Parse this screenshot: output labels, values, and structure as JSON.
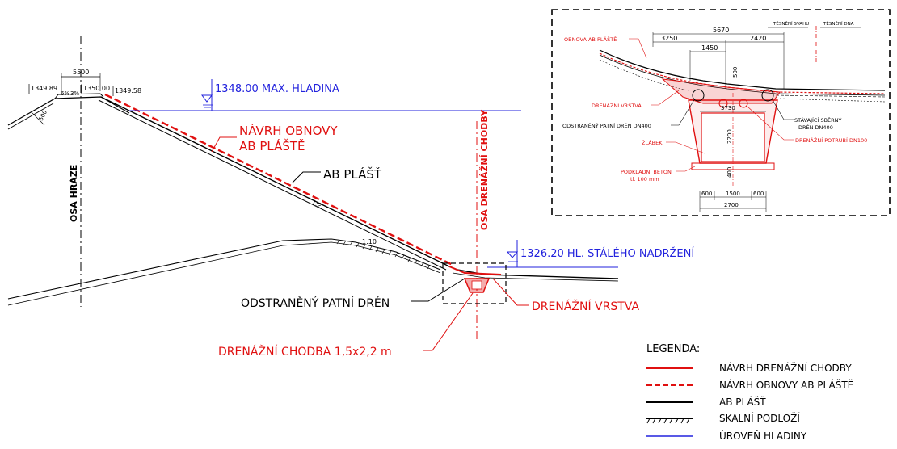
{
  "levels": {
    "max": "1348.00 MAX. HLADINA",
    "normal": "1326.20 HL. STÁLÉHO NADRŽENÍ"
  },
  "crest": {
    "width": "5500",
    "left_elev": "1349.89",
    "mid_elev": "1350.00",
    "right_elev": "1349.58",
    "slope_left": "6%",
    "slope_right": "3%",
    "dim_500": "500"
  },
  "labels": {
    "dam_axis": "OSA HRÁZE",
    "gallery_axis": "OSA DRENÁŽNÍ CHODBY",
    "new_facing": [
      "NÁVRH OBNOVY",
      "AB PLÁŠTĚ"
    ],
    "facing": "AB PLÁŠŤ",
    "slope_1_2": "1:2",
    "slope_1_10": "1:10",
    "removed_drain": "ODSTRANĚNÝ PATNÍ DRÉN",
    "drain_layer": "DRENÁŽNÍ VRSTVA",
    "gallery": "DRENÁŽNÍ CHODBA 1,5x2,2 m"
  },
  "detail": {
    "tesneni_svahu": "TĚSNĚNÍ SVAHU",
    "tesneni_dna": "TĚSNĚNÍ DNA",
    "obnova": "OBNOVA AB PLÁŠTĚ",
    "drenazni_vrstva": "DRENÁŽNÍ VRSTVA",
    "odstraneny": "ODSTRANĚNÝ PATNÍ DRÉN DN400",
    "stavajici": [
      "STÁVAJÍCÍ SBĚRNÝ",
      "DRÉN DN400"
    ],
    "zlabek": "ŽLÁBEK",
    "potrubi": "DRENÁŽNÍ POTRUBÍ DN100",
    "podkladni": [
      "PODKLADNÍ BETON",
      "tl. 100 mm"
    ],
    "dims": {
      "d5670": "5670",
      "d3250": "3250",
      "d2420": "2420",
      "d1450": "1450",
      "d500": "500",
      "d3730": "3730",
      "d2200": "2200",
      "d400": "400",
      "d600a": "600",
      "d1500": "1500",
      "d600b": "600",
      "d2700": "2700"
    }
  },
  "legend": {
    "title": "LEGENDA:",
    "items": [
      {
        "label": "NÁVRH DRENÁŽNÍ CHODBY",
        "color": "#e01010",
        "style": "solid-red"
      },
      {
        "label": "NÁVRH OBNOVY AB PLÁŠTĚ",
        "color": "#e01010",
        "style": "dashed-red"
      },
      {
        "label": "AB PLÁŠŤ",
        "color": "#000000",
        "style": "solid-black"
      },
      {
        "label": "SKALNÍ PODLOŽÍ",
        "color": "#000000",
        "style": "hatched-black"
      },
      {
        "label": "ÚROVEŇ HLADINY",
        "color": "#2020e0",
        "style": "solid-blue"
      }
    ]
  },
  "colors": {
    "red": "#e01010",
    "blue": "#2222dd",
    "black": "#000000"
  }
}
